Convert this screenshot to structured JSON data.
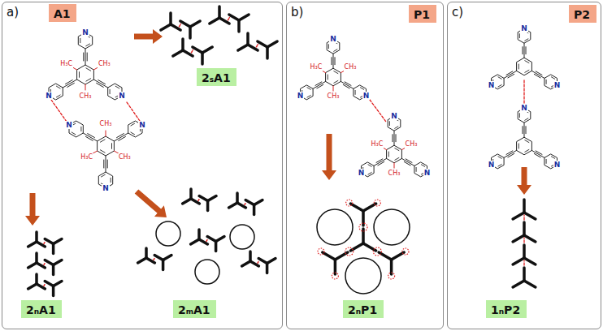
{
  "diagram": {
    "nodes": [
      {
        "text": [
          "a)"
        ]
      },
      {
        "text": [
          "A1"
        ],
        "in": 0
      },
      {
        "text": [
          "2ₛA1"
        ],
        "in": 0
      },
      {
        "text": [
          "2ₙA1"
        ],
        "in": 0
      },
      {
        "text": [
          "2ₘA1"
        ],
        "in": 0
      },
      {
        "text": [
          "b)"
        ]
      },
      {
        "text": [
          "P1"
        ],
        "in": 5
      },
      {
        "text": [
          "2ₙP1"
        ],
        "in": 5
      },
      {
        "text": [
          "c)"
        ]
      },
      {
        "text": [
          "P2"
        ],
        "in": 8
      },
      {
        "text": [
          "1ₙP2"
        ],
        "in": 8
      }
    ],
    "labels": [
      "N",
      "N",
      "N",
      "H₃C",
      "CH₃",
      "CH₃",
      "N",
      "N",
      "N",
      "CH₃",
      "CH₃",
      "H₃C",
      "N",
      "N",
      "N",
      "H₃C",
      "CH₃",
      "CH₃",
      "N",
      "N",
      "N",
      "H₃C",
      "CH₃",
      "CH₃",
      "N",
      "N",
      "N",
      "N",
      "N",
      "N"
    ]
  }
}
